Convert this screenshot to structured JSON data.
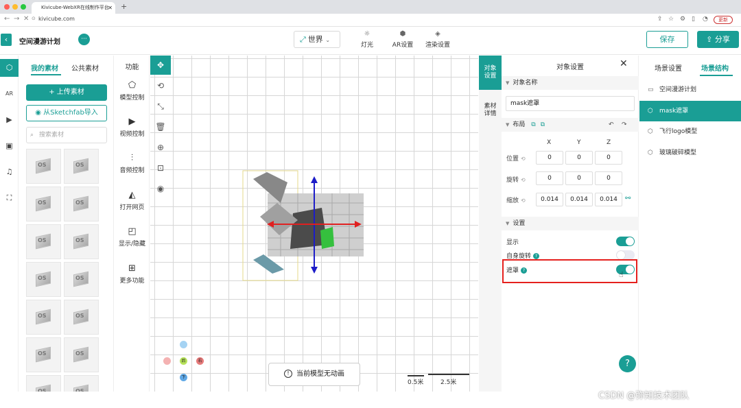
{
  "browser": {
    "tab_title": "Kivicube-WebXR在线制作平台",
    "url": "kivicube.com",
    "update_label": "更新"
  },
  "header": {
    "project_title": "空间漫游计划",
    "world_label": "世界",
    "tools": [
      "灯光",
      "AR设置",
      "渲染设置"
    ],
    "save_label": "保存",
    "share_label": "分享"
  },
  "left_rail": {
    "items": [
      "cube-icon",
      "ar-icon",
      "video-icon",
      "image-icon",
      "music-icon",
      "frame-icon"
    ],
    "ar_text": "AR"
  },
  "assets": {
    "tabs": [
      "我的素材",
      "公共素材"
    ],
    "upload_label": "+ 上传素材",
    "sketchfab_label": "从Sketchfab导入",
    "search_placeholder": "搜索素材",
    "thumb_label": "OS"
  },
  "features": {
    "title": "功能",
    "items": [
      "模型控制",
      "视频控制",
      "音频控制",
      "打开网页",
      "显示/隐藏",
      "更多功能"
    ]
  },
  "viewport": {
    "no_anim_msg": "当前模型无动画",
    "scale_labels": [
      "0.5米",
      "2.5米"
    ],
    "gizmo": {
      "back": "后",
      "right": "右",
      "down": "下"
    }
  },
  "side_tabs": [
    "对象设置",
    "素材详情"
  ],
  "object_panel": {
    "title": "对象设置",
    "name_section": "对象名称",
    "name_value": "mask遮罩",
    "layout_section": "布局",
    "axes": [
      "X",
      "Y",
      "Z"
    ],
    "rows": [
      {
        "label": "位置",
        "values": [
          "0",
          "0",
          "0"
        ]
      },
      {
        "label": "旋转",
        "values": [
          "0",
          "0",
          "0"
        ]
      },
      {
        "label": "缩放",
        "values": [
          "0.014",
          "0.014",
          "0.014"
        ]
      }
    ],
    "settings_section": "设置",
    "settings": [
      {
        "label": "显示",
        "on": true,
        "help": false
      },
      {
        "label": "自身旋转",
        "on": false,
        "help": true
      },
      {
        "label": "遮罩",
        "on": true,
        "help": true
      }
    ]
  },
  "scene": {
    "tabs": [
      "场景设置",
      "场景结构"
    ],
    "items": [
      {
        "label": "空间漫游计划",
        "icon": "folder-icon"
      },
      {
        "label": "mask遮罩",
        "icon": "cube-icon",
        "active": true
      },
      {
        "label": "飞行logo模型",
        "icon": "cube-icon"
      },
      {
        "label": "玻璃破碎模型",
        "icon": "cube-icon"
      }
    ]
  },
  "watermark": "CSDN @弥知技术团队",
  "colors": {
    "accent": "#1a9e95",
    "highlight": "#e5201d"
  }
}
